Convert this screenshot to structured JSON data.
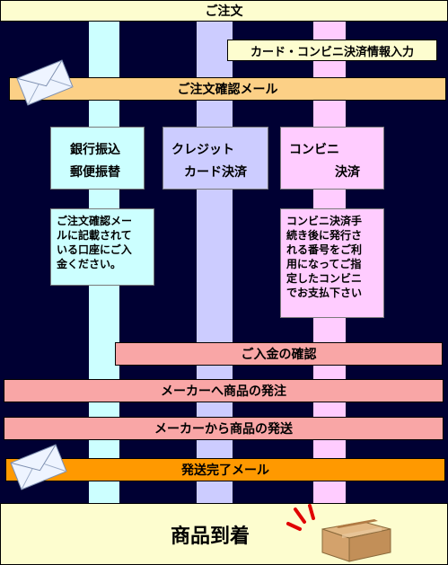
{
  "steps": {
    "order": "ご注文",
    "card_info": "カード・コンビニ決済情報入力",
    "order_confirm_mail": "ご注文確認メール",
    "payment_confirm": "ご入金の確認",
    "order_to_maker": "メーカーへ商品の発注",
    "ship_from_maker": "メーカーから商品の発送",
    "shipping_done_mail": "発送完了メール",
    "arrival": "商品到着"
  },
  "methods": {
    "bank": [
      "銀行振込",
      "郵便振替"
    ],
    "credit": [
      "クレジット",
      "カード決済"
    ],
    "convenience": [
      "コンビニ",
      "決済"
    ]
  },
  "notes": {
    "bank": [
      "ご注文確認メー",
      "ルに記載されて",
      "いる口座にご入",
      "金ください。"
    ],
    "convenience": [
      "コンビニ決済手",
      "続き後に発行さ",
      "れる番号をご利",
      "用になってご指",
      "定したコンビニ",
      "でお支払下さい"
    ]
  },
  "colors": {
    "background": "#000033",
    "yellow": "#fdfdcf",
    "orange": "#ff9900",
    "pink": "#f9a6a6",
    "lane_bank": "#ccffff",
    "lane_credit": "#ccccff",
    "lane_convenience": "#ffccff"
  },
  "icons": [
    "envelope-icon",
    "envelope-icon",
    "cardboard-box-icon",
    "burst-lines-icon"
  ]
}
